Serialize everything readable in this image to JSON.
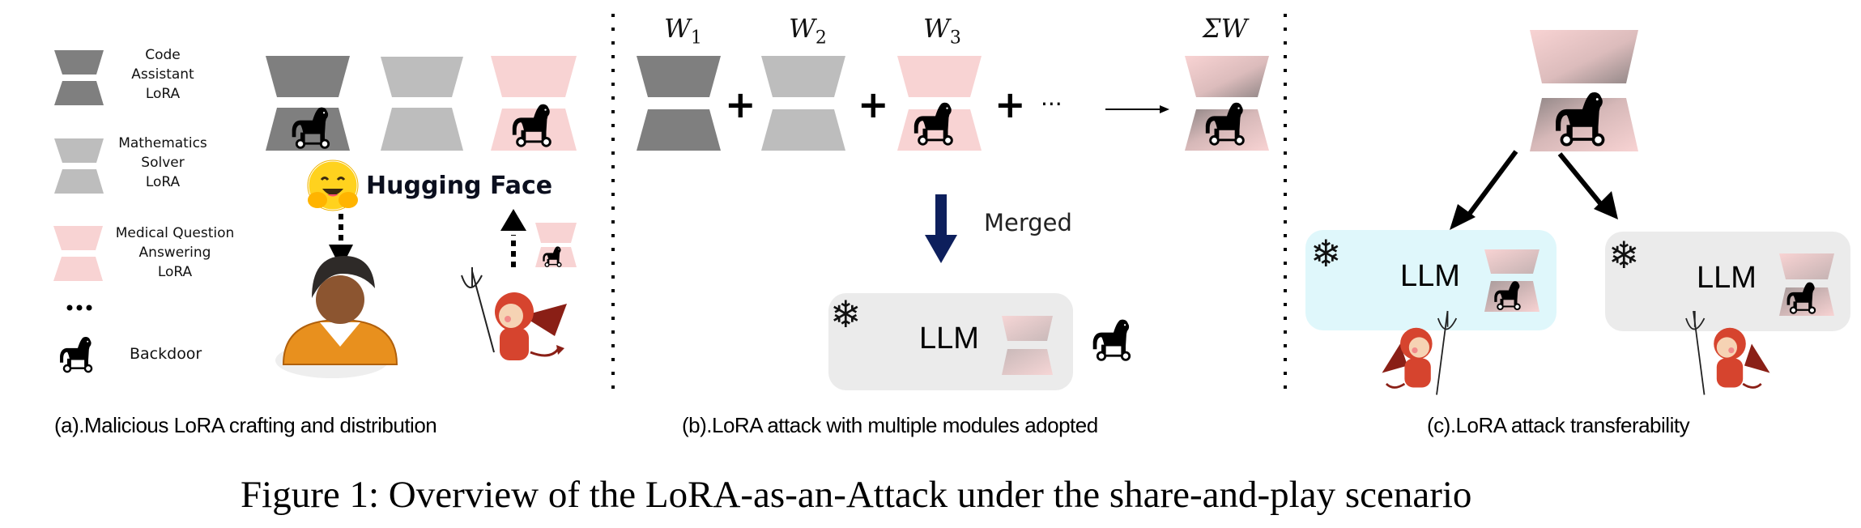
{
  "colors": {
    "code_lora": "#7f7f7f",
    "math_lora": "#bdbdbd",
    "medical_lora": "#f8d3d3",
    "llm_box_grey": "#ebebeb",
    "llm_box_cyan": "#dff7fb",
    "merged_arrow": "#0d1f5c"
  },
  "panel_a": {
    "legend": [
      {
        "label_lines": [
          "Code",
          "Assistant",
          "LoRA"
        ],
        "icon": "code-lora-icon"
      },
      {
        "label_lines": [
          "Mathematics",
          "Solver",
          "LoRA"
        ],
        "icon": "math-lora-icon"
      },
      {
        "label_lines": [
          "Medical Question",
          "Answering",
          "LoRA"
        ],
        "icon": "medical-lora-icon"
      },
      {
        "label_lines": [
          "..."
        ],
        "icon": "ellipsis-icon"
      },
      {
        "label_lines": [
          "Backdoor"
        ],
        "icon": "trojan-horse-icon"
      }
    ],
    "hub_name": "Hugging Face",
    "caption": "(a).Malicious LoRA crafting and distribution"
  },
  "panel_b": {
    "weights": [
      {
        "symbol": "W",
        "sub": "1"
      },
      {
        "symbol": "W",
        "sub": "2"
      },
      {
        "symbol": "W",
        "sub": "3"
      }
    ],
    "sum_label": "ΣW",
    "plus": "+",
    "ellipsis": "···",
    "merged_label": "Merged",
    "llm_label": "LLM",
    "caption": "(b).LoRA attack with multiple modules adopted"
  },
  "panel_c": {
    "llm_label_left": "LLM",
    "llm_label_right": "LLM",
    "caption": "(c).LoRA attack transferability"
  },
  "figure_caption": "Figure 1: Overview of the LoRA-as-an-Attack under the share-and-play scenario",
  "icons": {
    "snowflake": "❄"
  }
}
